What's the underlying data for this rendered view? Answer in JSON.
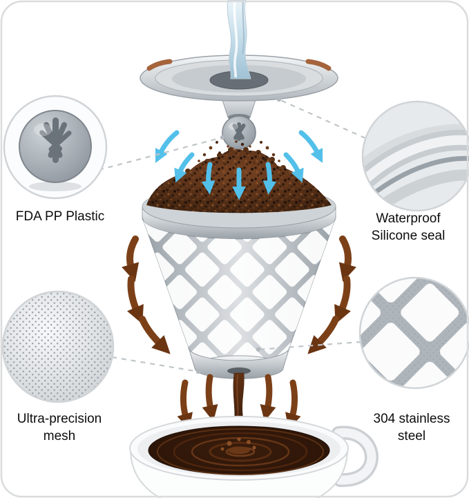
{
  "labels": {
    "fda_pp_plastic": "FDA PP Plastic",
    "waterproof_line1": "Waterproof",
    "waterproof_line2": "Silicone seal",
    "mesh_line1": "Ultra-precision",
    "mesh_line2": "mesh",
    "steel_line1": "304 stainless",
    "steel_line2": "steel"
  },
  "colors": {
    "water_arrow_blue": "#53c0ea",
    "arrow_brown": "#7c4018",
    "coffee_dark": "#31190b",
    "steel_light": "#eef0f2",
    "steel_mid": "#aab1b7",
    "silicone_gray": "#8e959c",
    "callout_outline": "#d0d4d7"
  },
  "icons": {
    "callout_top_left": "silicone-ball-closeup",
    "callout_top_right": "lid-seal-closeup",
    "callout_bottom_left": "fine-mesh-closeup",
    "callout_bottom_right": "diamond-mesh-closeup"
  }
}
